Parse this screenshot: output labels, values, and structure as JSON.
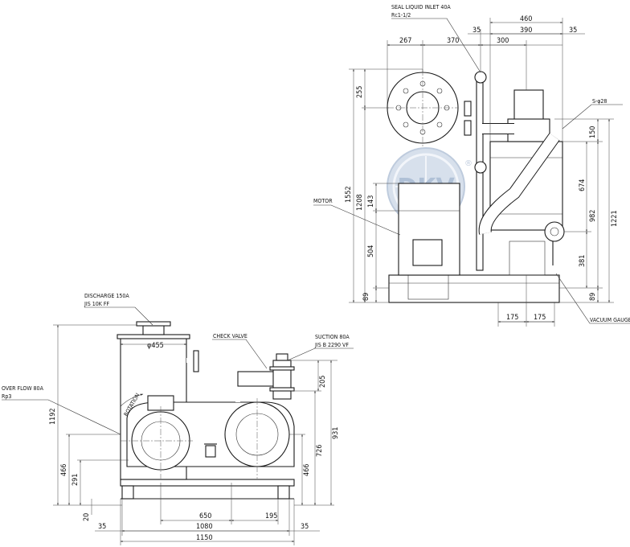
{
  "logo": {
    "text": "DKV",
    "mark": "®"
  },
  "side_view": {
    "labels": {
      "discharge": [
        "DISCHARGE 150A",
        "JIS 10K FF"
      ],
      "check_valve": "CHECK VALVE",
      "suction": [
        "SUCTION 80A",
        "JIS B 2290 VF"
      ],
      "over_flow": [
        "OVER FLOW 80A",
        "Rp3"
      ],
      "rotation": "ROTATION",
      "diameter": "φ455"
    },
    "dims": {
      "d1192": "1192",
      "d466_l": "466",
      "d291": "291",
      "d20": "20",
      "d205": "205",
      "d931": "931",
      "d726": "726",
      "d466_r": "466",
      "d650": "650",
      "d195": "195",
      "d35_l": "35",
      "d1080": "1080",
      "d35_r": "35",
      "d1150": "1150"
    }
  },
  "end_view": {
    "labels": {
      "seal": [
        "SEAL LIQUID INLET 40A",
        "Rc1-1/2"
      ],
      "motor": "MOTOR",
      "holes": "S-φ28",
      "vacuum_gauge": "VACUUM GAUGE"
    },
    "dims": {
      "d460": "460",
      "d35_t": "35",
      "d390": "390",
      "d35_r": "35",
      "d267": "267",
      "d370": "370",
      "d300": "300",
      "d255": "255",
      "d1552": "1552",
      "d1208": "1208",
      "d143": "143",
      "d504": "504",
      "d89_l": "89",
      "d150": "150",
      "d674": "674",
      "d1221": "1221",
      "d982": "982",
      "d381": "381",
      "d89_r": "89",
      "d175_l": "175",
      "d175_r": "175"
    }
  }
}
